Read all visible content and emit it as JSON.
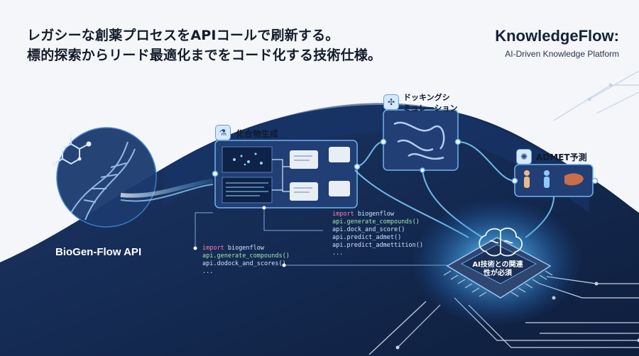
{
  "headline": {
    "line1": "レガシーな創薬プロセスをAPIコールで刷新する。",
    "line2": "標的探索からリード最適化までをコード化する技術仕様。"
  },
  "brand": {
    "title": "KnowledgeFlow:",
    "subtitle": "AI-Driven Knowledge Platform"
  },
  "api_source": {
    "title": "BioGen-Flow API"
  },
  "stages": [
    {
      "label": "化合物生成",
      "icon": "flask-icon"
    },
    {
      "label_line1": "ドッキングシ",
      "label_line2": "ミュレーション",
      "icon": "molecule-icon"
    },
    {
      "label": "ADMET予測",
      "icon": "brain-icon"
    }
  ],
  "code_left": {
    "kw": "import",
    "mod": " biogenflow",
    "l2": "api.generate_compounds()",
    "l3": "api.dodock_and_scores()",
    "l4": "..."
  },
  "code_right": {
    "kw": "import",
    "mod": " biogenflow",
    "l2": "api.generate_compounds()",
    "l3": "api.dock_and_score()",
    "l4": "api.predict_admet()",
    "l5": "api.predict_admettition()",
    "l6": "..."
  },
  "chip": {
    "line1": "AI技術との関連",
    "line2": "性が必須"
  },
  "colors": {
    "dark_navy": "#14294f",
    "glow_blue": "#5fc1ff",
    "accent_cyan": "#8fe3ff"
  }
}
